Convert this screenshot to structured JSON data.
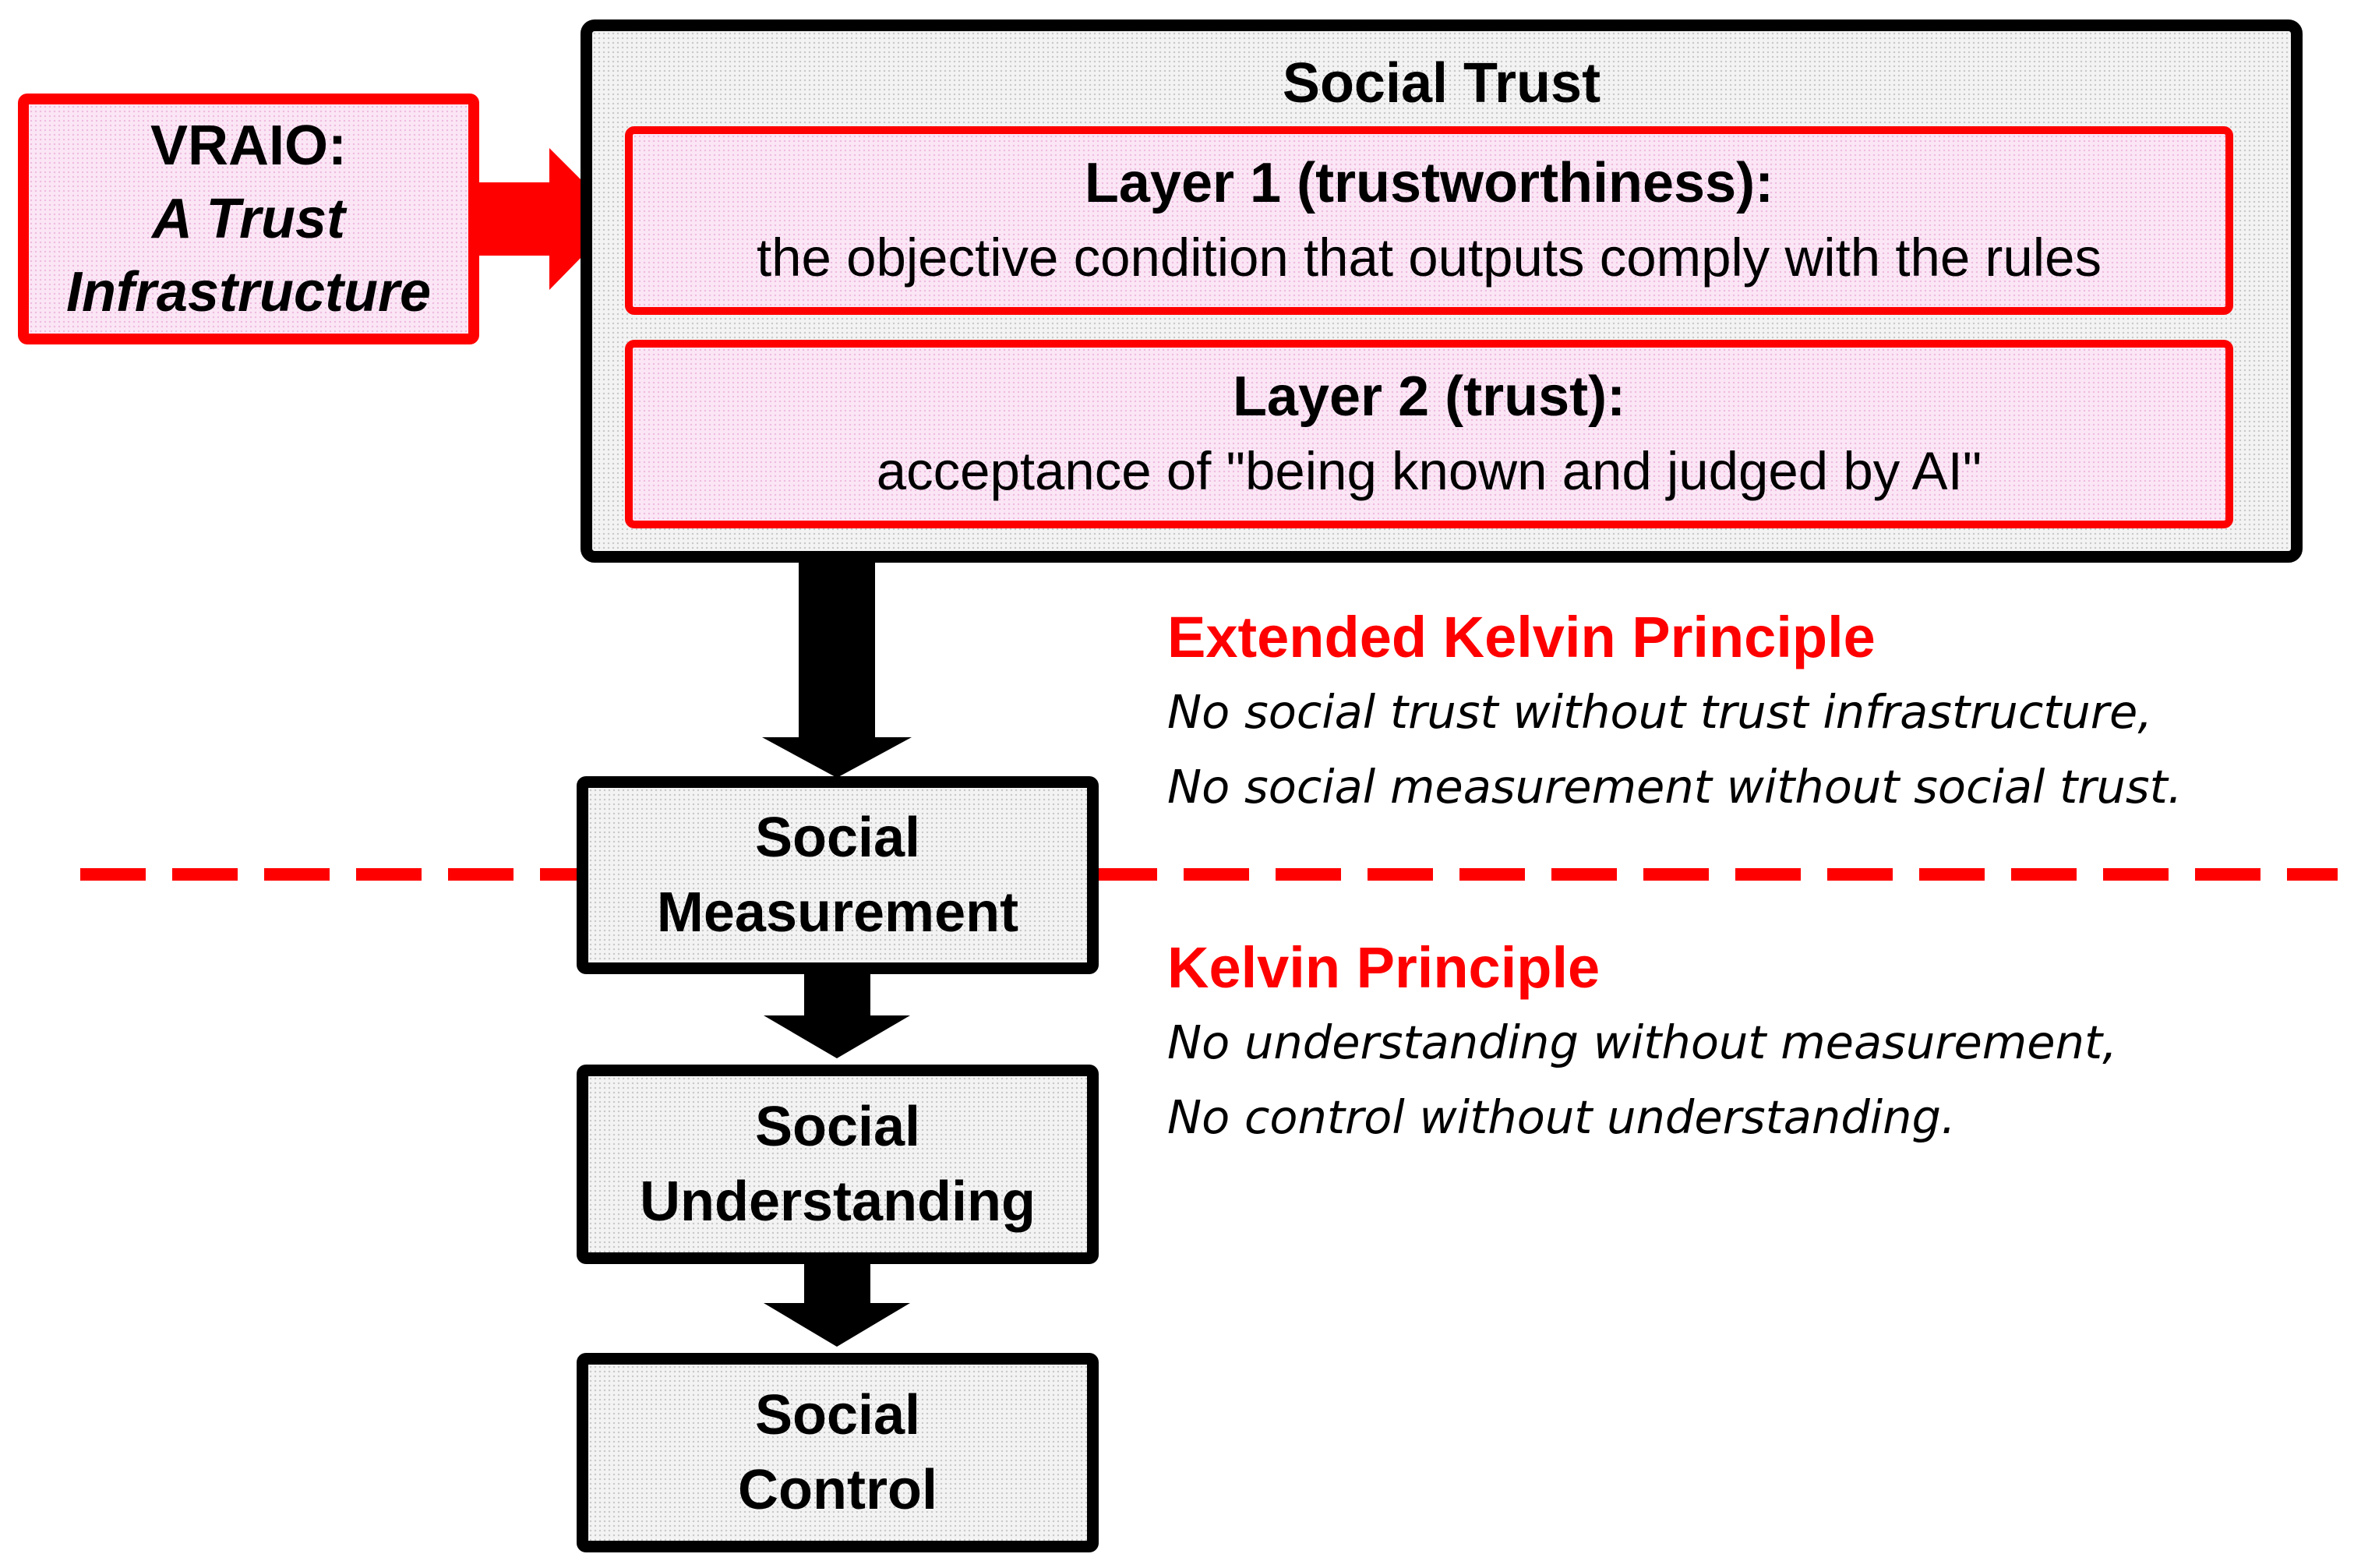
{
  "vraio": {
    "line1": "VRAIO:",
    "line2": "A Trust",
    "line3": "Infrastructure"
  },
  "social_trust": {
    "title": "Social Trust",
    "layer1": {
      "heading": "Layer 1 (trustworthiness):",
      "text": "the objective condition that outputs comply with the rules"
    },
    "layer2": {
      "heading": "Layer 2 (trust):",
      "text": "acceptance of \"being known and judged by AI\""
    }
  },
  "steps": [
    {
      "line1": "Social",
      "line2": "Measurement"
    },
    {
      "line1": "Social",
      "line2": "Understanding"
    },
    {
      "line1": "Social",
      "line2": "Control"
    }
  ],
  "extended_kelvin": {
    "title": "Extended Kelvin Principle",
    "line1": "No social trust without trust infrastructure,",
    "line2": "No social measurement without social trust."
  },
  "kelvin": {
    "title": "Kelvin Principle",
    "line1": "No understanding without measurement,",
    "line2": "No control without understanding."
  },
  "colors": {
    "accent_red": "#ff0000",
    "outline_black": "#000000",
    "pink_fill": "#fbe6f5",
    "gray_fill": "#f3f3f3"
  }
}
